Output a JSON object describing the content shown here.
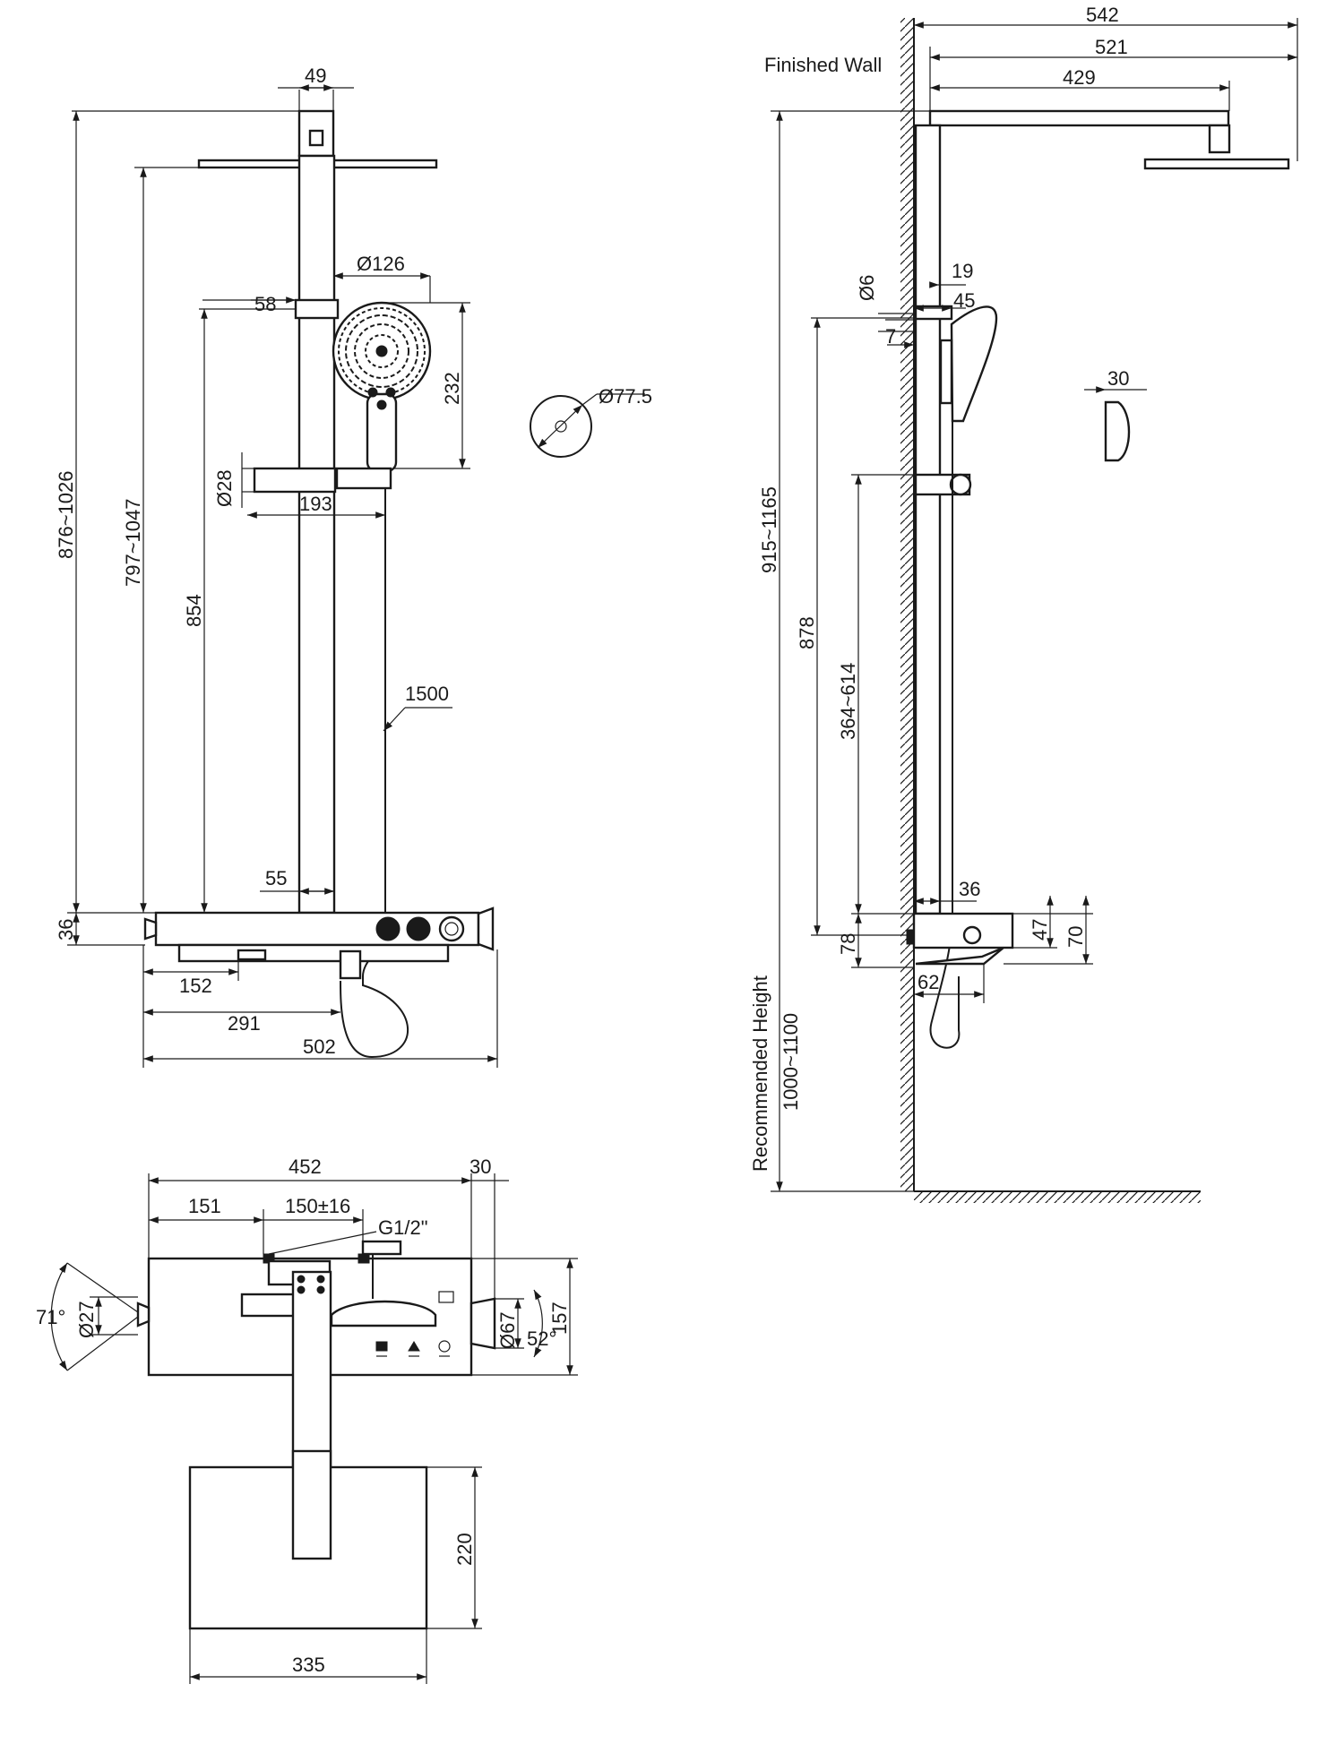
{
  "labels": {
    "finished_wall": "Finished Wall",
    "recommended_height": "Recommended Height",
    "recommended_height_range": "1000~1100",
    "pipe_thread": "G1/2ʺ"
  },
  "front_view": {
    "d_49": "49",
    "d_126": "Ø126",
    "d_58": "58",
    "d_232": "232",
    "d_28": "Ø28",
    "d_193": "193",
    "d_876_1026": "876~1026",
    "d_797_1047": "797~1047",
    "d_854": "854",
    "d_1500": "1500",
    "d_55": "55",
    "d_36": "36",
    "d_152": "152",
    "d_291": "291",
    "d_502": "502",
    "d_77_5": "Ø77.5"
  },
  "side_view": {
    "d_542": "542",
    "d_521": "521",
    "d_429": "429",
    "d_6": "Ø6",
    "d_19": "19",
    "d_45": "45",
    "d_7": "7",
    "d_30": "30",
    "d_915_1165": "915~1165",
    "d_878": "878",
    "d_364_614": "364~614",
    "d_36": "36",
    "d_78": "78",
    "d_47": "47",
    "d_70": "70",
    "d_62": "62"
  },
  "top_view": {
    "d_452": "452",
    "d_30": "30",
    "d_151": "151",
    "d_150_16": "150±16",
    "d_71_deg": "71°",
    "d_27": "Ø27",
    "d_67": "Ø67",
    "d_52_deg": "52°",
    "d_157": "157",
    "d_220": "220",
    "d_335": "335"
  }
}
